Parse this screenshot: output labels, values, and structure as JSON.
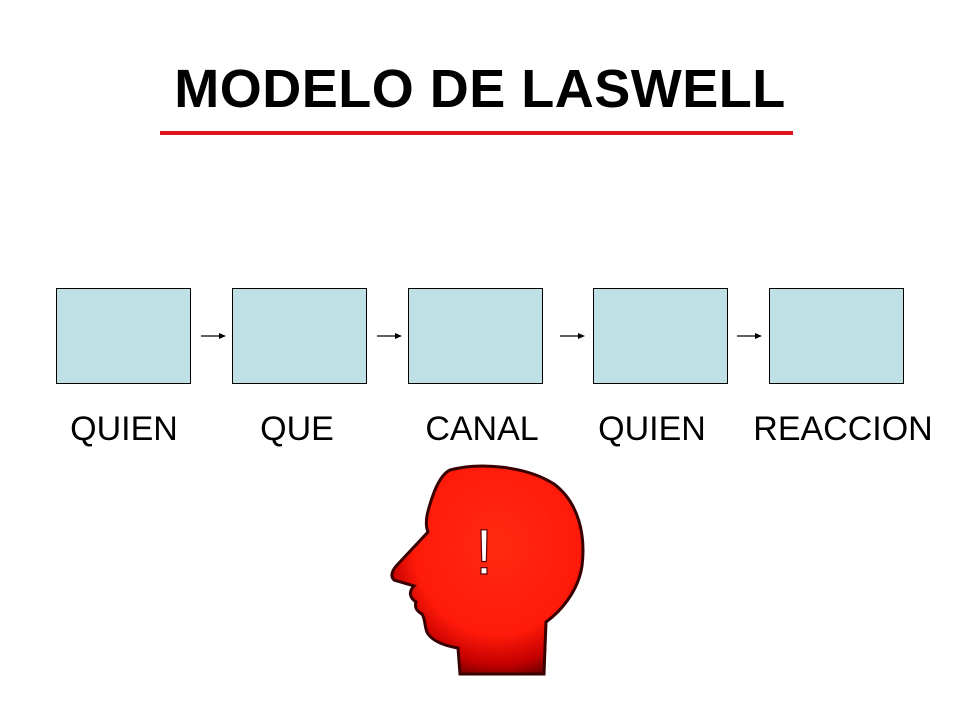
{
  "title": "MODELO DE LASWELL",
  "colors": {
    "title_rule": "#e0141e",
    "box_fill": "#bfe1e6",
    "box_border": "#000000",
    "head_fill": "#ff1a0a",
    "head_edge": "#5a0000"
  },
  "steps": [
    {
      "label": "QUIEN"
    },
    {
      "label": "QUE"
    },
    {
      "label": "CANAL"
    },
    {
      "label": "QUIEN"
    },
    {
      "label": "REACCION"
    }
  ],
  "head": {
    "icon": "head-profile-icon",
    "symbol": "!"
  }
}
